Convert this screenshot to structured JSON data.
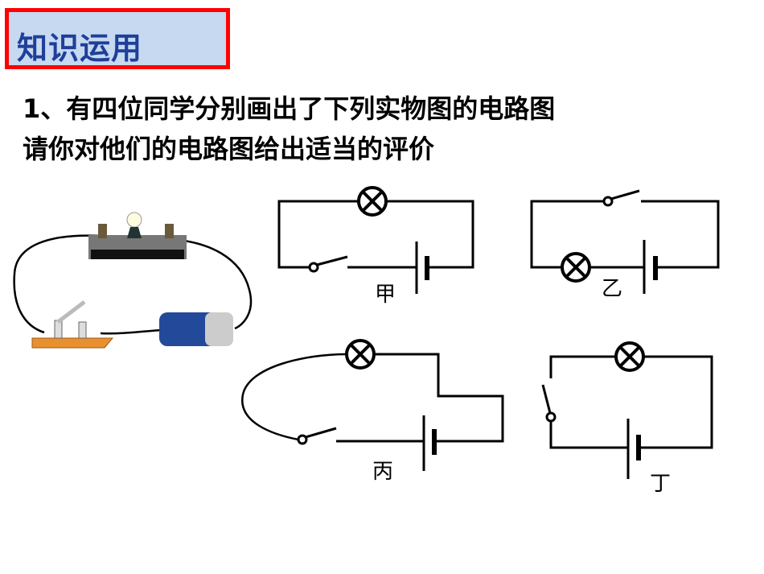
{
  "header": {
    "title": "知识运用"
  },
  "question": {
    "line1": "1、有四位同学分别画出了下列实物图的电路图",
    "line2": "请你对他们的电路图给出适当的评价"
  },
  "circuits": [
    {
      "label": "甲"
    },
    {
      "label": "乙"
    },
    {
      "label": "丙"
    },
    {
      "label": "丁"
    }
  ]
}
